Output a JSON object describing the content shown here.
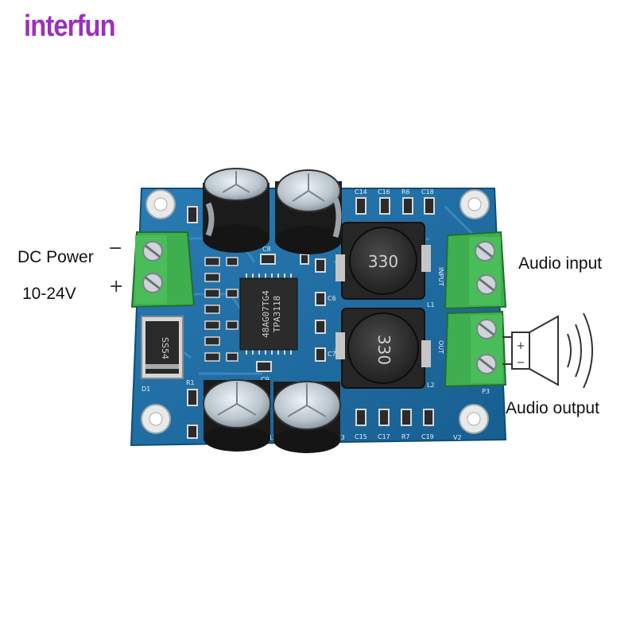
{
  "brand": {
    "text": "interfun",
    "color": "#9b2fc0"
  },
  "labels": {
    "dc_power": "DC Power",
    "voltage": "10-24V",
    "minus": "−",
    "plus": "+",
    "audio_input": "Audio  input",
    "audio_output": "Audio output"
  },
  "board": {
    "chip": {
      "line1": "48AG07TG4",
      "line2": "TPA3118"
    },
    "inductor_marking": "330",
    "diode_marking": "SS54",
    "silk": {
      "d1": "D1",
      "p3": "P3",
      "l1": "L1",
      "l2": "L2",
      "v2": "V2",
      "c8": "C8",
      "c6": "C6",
      "c7": "C7",
      "c9": "C9",
      "c12": "C12",
      "c13": "C13",
      "c14": "C14",
      "c15": "C15",
      "c16": "C16",
      "c17": "C17",
      "c18": "C18",
      "c19": "C19",
      "r1": "R1",
      "r6": "R6",
      "r7": "R7",
      "input": "INPUT",
      "out": "OUT"
    },
    "pcb_color": "#1f6fa6",
    "terminal_color": "#3fae4f"
  },
  "speaker": {
    "plus": "+",
    "minus": "−"
  }
}
